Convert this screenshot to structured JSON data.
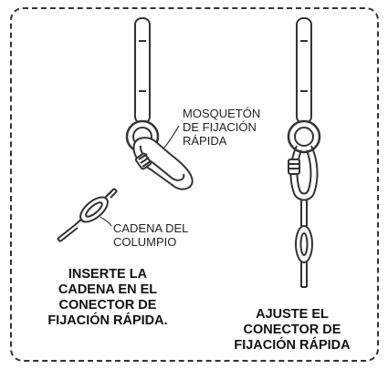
{
  "labels": {
    "carabiner": [
      "MOSQUETÓN",
      "DE FIJACIÓN",
      "RÁPIDA"
    ],
    "chain": [
      "CADENA DEL",
      "COLUMPIO"
    ]
  },
  "instructions": {
    "left": [
      "INSERTE LA",
      "CADENA EN EL",
      "CONECTOR DE",
      "FIJACIÓN RÁPIDA."
    ],
    "right": [
      "AJUSTE EL",
      "CONECTOR DE",
      "FIJACIÓN RÁPIDA"
    ]
  }
}
